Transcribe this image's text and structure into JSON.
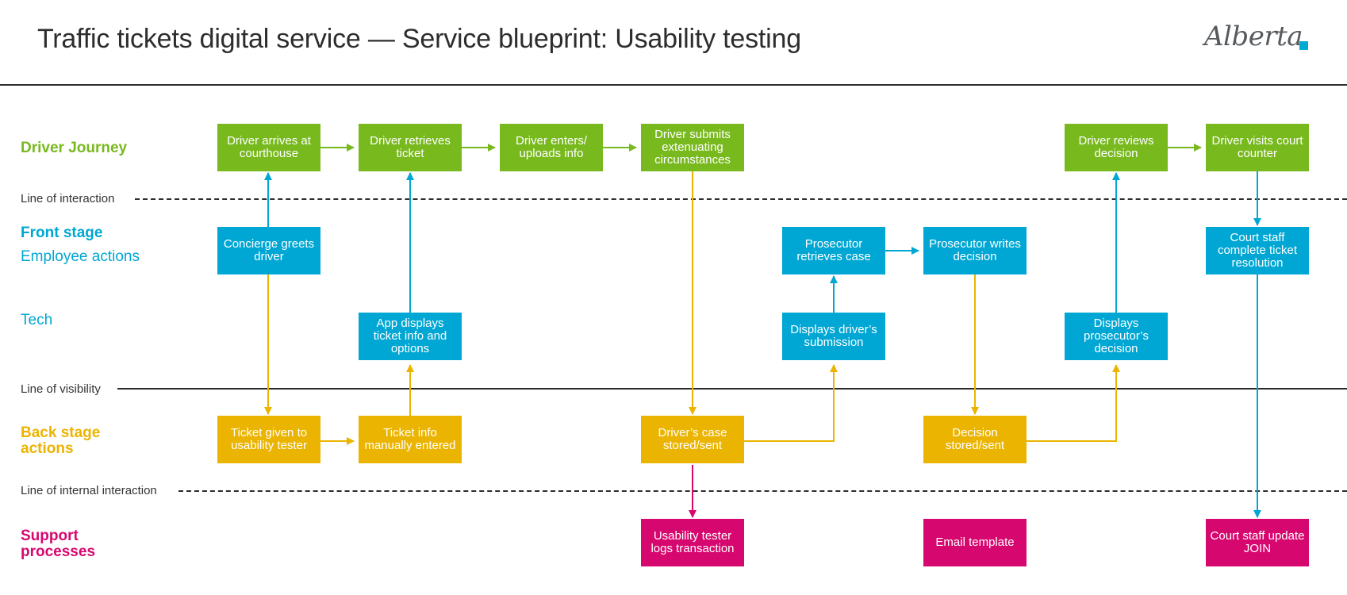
{
  "header": {
    "title": "Traffic tickets digital service — Service blueprint: Usability testing",
    "logo_text": "Alberta"
  },
  "lanes": {
    "driver_journey": "Driver Journey",
    "front_stage": "Front stage",
    "employee_actions": "Employee actions",
    "tech": "Tech",
    "back_stage": "Back stage actions",
    "support": "Support processes"
  },
  "lines": {
    "interaction": "Line of interaction",
    "visibility": "Line of visibility",
    "internal": "Line of internal interaction"
  },
  "colors": {
    "journey": "#78b91e",
    "front": "#00a7d4",
    "back": "#ebb400",
    "support": "#d6086f",
    "text": "#2d2d2d"
  },
  "boxes": {
    "arrives": "Driver arrives at courthouse",
    "retrieves_ticket": "Driver retrieves ticket",
    "enters_info": "Driver enters/ uploads info",
    "submits": "Driver submits extenuating circumstances",
    "reviews": "Driver reviews decision",
    "visits_counter": "Driver visits court counter",
    "concierge": "Concierge greets driver",
    "prosecutor_retrieves": "Prosecutor retrieves case",
    "prosecutor_writes": "Prosecutor writes decision",
    "court_staff_complete": "Court staff complete ticket resolution",
    "app_displays": "App displays ticket info and options",
    "displays_submission": "Displays driver’s submission",
    "displays_decision": "Displays prosecutor’s decision",
    "ticket_given": "Ticket given to usability tester",
    "ticket_info_entered": "Ticket info manually entered",
    "case_stored": "Driver’s case stored/sent",
    "decision_stored": "Decision stored/sent",
    "tester_logs": "Usability tester logs transaction",
    "email_template": "Email template",
    "court_update": "Court staff update JOIN"
  }
}
